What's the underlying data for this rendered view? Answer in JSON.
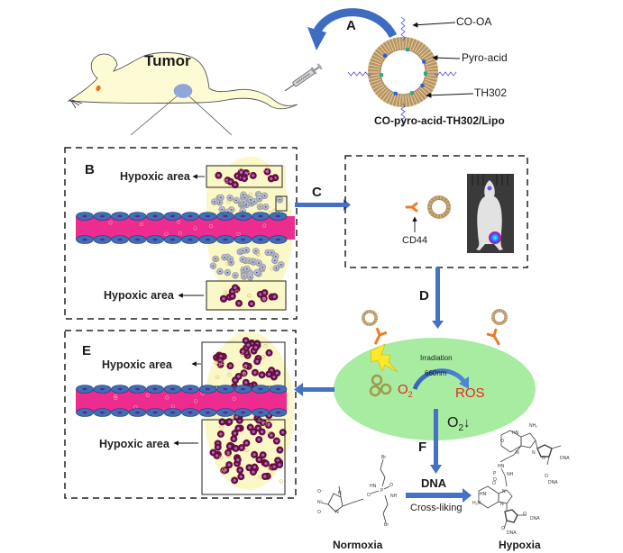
{
  "figure": {
    "type": "schematic-diagram",
    "colors": {
      "mouse_body": "#fdfbd3",
      "tumor_spot": "#8fa8dc",
      "mouse_eye": "#ef6a14",
      "arrow_blue": "#4472c4",
      "vessel_pink": "#ee2b8e",
      "endothelial_blue": "#3f6fb5",
      "hypoxic_cell": "#6d0b3a",
      "normal_cell": "#a6a9b3",
      "tissue_yellow": "#fbf8c8",
      "liposome_tan": "#b89460",
      "receptor_orange": "#f07a28",
      "ellipse_green": "#a8eca2",
      "text_red": "#e8261d",
      "lightning_yellow": "#ffe827"
    }
  },
  "mouse": {
    "label": "Tumor"
  },
  "panel_a": {
    "letter": "A",
    "liposome_name": "CO-pyro-acid-TH302/Lipo",
    "annotations": [
      "CO-OA",
      "Pyro-acid",
      "TH302"
    ]
  },
  "panel_b": {
    "letter": "B",
    "hypoxic_top": "Hypoxic area",
    "hypoxic_bottom": "Hypoxic area"
  },
  "panel_c": {
    "letter": "C",
    "receptor_label": "CD44"
  },
  "panel_d": {
    "letter": "D",
    "irradiation": "Irradiation",
    "wavelength": "660nm",
    "oxygen": "O",
    "oxygen_sub": "2",
    "product": "ROS",
    "oxygen_down": "O",
    "oxygen_down_sub": "2",
    "down_arrow": "↓"
  },
  "panel_e": {
    "letter": "E",
    "hypoxic_top": "Hypoxic area",
    "hypoxic_bottom": "Hypoxic area"
  },
  "panel_f": {
    "letter": "F",
    "reaction_top": "DNA",
    "reaction_bottom": "Cross-liking",
    "left_label": "Normoxia",
    "right_label": "Hypoxia",
    "normoxia_atoms": [
      "Br",
      "HN",
      "O",
      "P",
      "O",
      "NH",
      "Br",
      "N",
      "N",
      "N⁺",
      "O⁻",
      "O"
    ],
    "hypoxia_atoms": [
      "NH₂",
      "HN",
      "O",
      "N",
      "N",
      "O",
      "DNA",
      "O",
      "DNA",
      "HN",
      "P",
      "NH",
      "O",
      "HN",
      "H₂N",
      "N",
      "N",
      "O",
      "O",
      "DNA",
      "O",
      "DNA"
    ]
  }
}
